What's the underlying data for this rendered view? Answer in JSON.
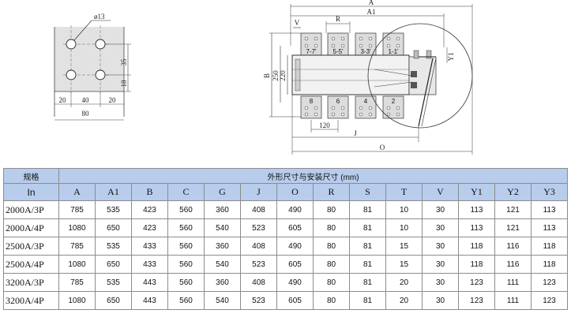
{
  "flange": {
    "hole_dia": "ø13",
    "dim_right_top": "35",
    "dim_right_bottom": "18",
    "dims_bottom": [
      "20",
      "40",
      "20"
    ],
    "dim_total": "80"
  },
  "switch": {
    "dim_A": "A",
    "dim_A1": "A1",
    "dim_R": "R",
    "dim_V": "V",
    "dim_B": "B",
    "dim_250": "250",
    "dim_220": "220",
    "dim_120": "120",
    "dim_J": "J",
    "dim_O": "O",
    "dim_Y1": "Y1",
    "terminals_top": [
      "7-7'",
      "5-5'",
      "3-3'",
      "1-1'"
    ],
    "terminals_bottom": [
      "8",
      "6",
      "4",
      "2"
    ]
  },
  "table": {
    "spec_header": "规格",
    "group_header": "外形尺寸与安装尺寸 (mm)",
    "in_header": "In",
    "columns": [
      "A",
      "A1",
      "B",
      "C",
      "G",
      "J",
      "O",
      "R",
      "S",
      "T",
      "V",
      "Y1",
      "Y2",
      "Y3"
    ],
    "rows": [
      {
        "model": "2000A/3P",
        "values": [
          "785",
          "535",
          "423",
          "560",
          "360",
          "408",
          "490",
          "80",
          "81",
          "10",
          "30",
          "113",
          "121",
          "113"
        ]
      },
      {
        "model": "2000A/4P",
        "values": [
          "1080",
          "650",
          "423",
          "560",
          "540",
          "523",
          "605",
          "80",
          "81",
          "10",
          "30",
          "113",
          "121",
          "113"
        ]
      },
      {
        "model": "2500A/3P",
        "values": [
          "785",
          "535",
          "433",
          "560",
          "360",
          "408",
          "490",
          "80",
          "81",
          "15",
          "30",
          "118",
          "116",
          "118"
        ]
      },
      {
        "model": "2500A/4P",
        "values": [
          "1080",
          "650",
          "433",
          "560",
          "540",
          "523",
          "605",
          "80",
          "81",
          "15",
          "30",
          "118",
          "116",
          "118"
        ]
      },
      {
        "model": "3200A/3P",
        "values": [
          "785",
          "535",
          "443",
          "560",
          "360",
          "408",
          "490",
          "80",
          "81",
          "20",
          "30",
          "123",
          "111",
          "123"
        ]
      },
      {
        "model": "3200A/4P",
        "values": [
          "1080",
          "650",
          "443",
          "560",
          "540",
          "523",
          "605",
          "80",
          "81",
          "20",
          "30",
          "123",
          "111",
          "123"
        ]
      }
    ]
  }
}
